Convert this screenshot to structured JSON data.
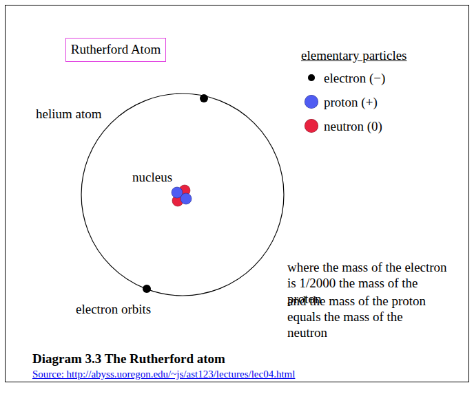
{
  "diagram": {
    "caption": "Diagram 3.3 The Rutherford atom",
    "nodes": [
      {
        "text": [
          "Rutherford Atom"
        ]
      }
    ],
    "labels": [
      "elementary particles",
      "helium atom",
      "nucleus",
      "electron orbits",
      "where the mass of the electron is 1/2000 the mass of the proton",
      "and the mass of the proton equals the mass of the neutron",
      "Source: http://abyss.uoregon.edu/~js/ast123/lectures/lec04.html"
    ],
    "legend": [
      {
        "text": "electron (−)",
        "color": "#000000"
      },
      {
        "text": "proton (+)",
        "color": "#4f5cf2"
      },
      {
        "text": "neutron (0)",
        "color": "#e8223f"
      }
    ]
  }
}
